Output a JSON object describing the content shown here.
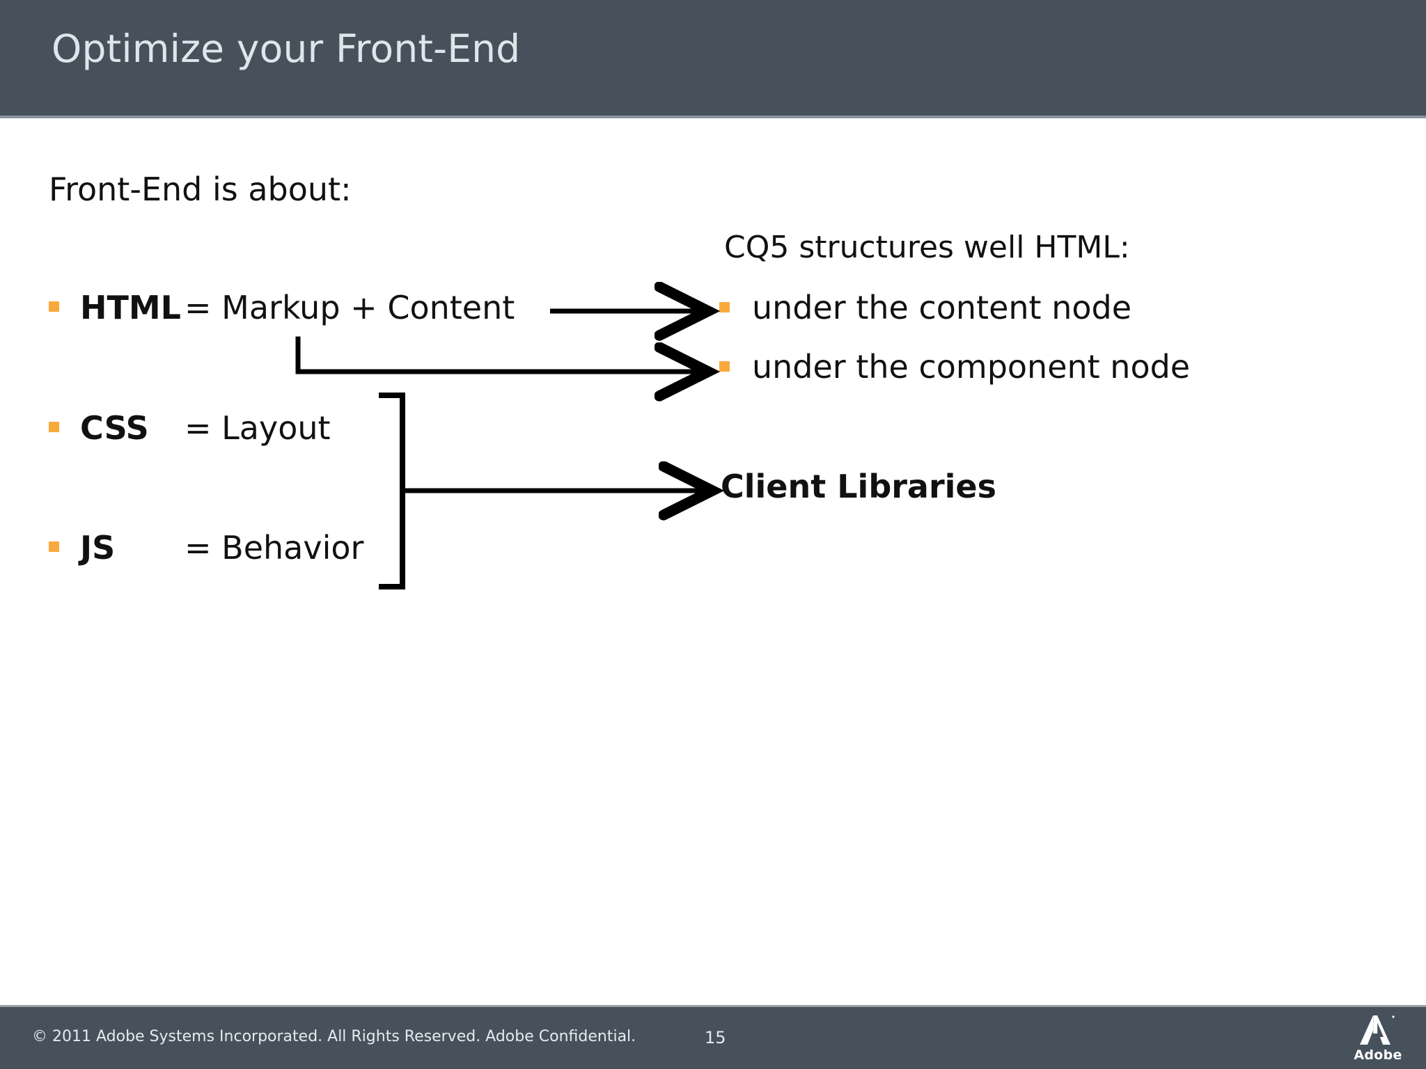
{
  "header": {
    "title": "Optimize your Front-End",
    "bg_color": "#46515c",
    "text_color": "#dfe5ea"
  },
  "body": {
    "intro": "Front-End is about:",
    "bullet_color": "#F9A93C",
    "left_items": [
      {
        "term": "HTML",
        "definition": "= Markup + Content"
      },
      {
        "term": "CSS",
        "definition": "= Layout"
      },
      {
        "term": "JS",
        "definition": "= Behavior"
      }
    ],
    "right_heading": "CQ5 structures well HTML:",
    "right_items": [
      {
        "label": "under the content node"
      },
      {
        "label": "under the component node"
      }
    ],
    "client_libraries": "Client Libraries"
  },
  "footer": {
    "copyright": "© 2011 Adobe Systems Incorporated.  All Rights Reserved.  Adobe Confidential.",
    "page_number": "15",
    "logo_wordmark": "Adobe",
    "bg_color": "#46515c"
  }
}
